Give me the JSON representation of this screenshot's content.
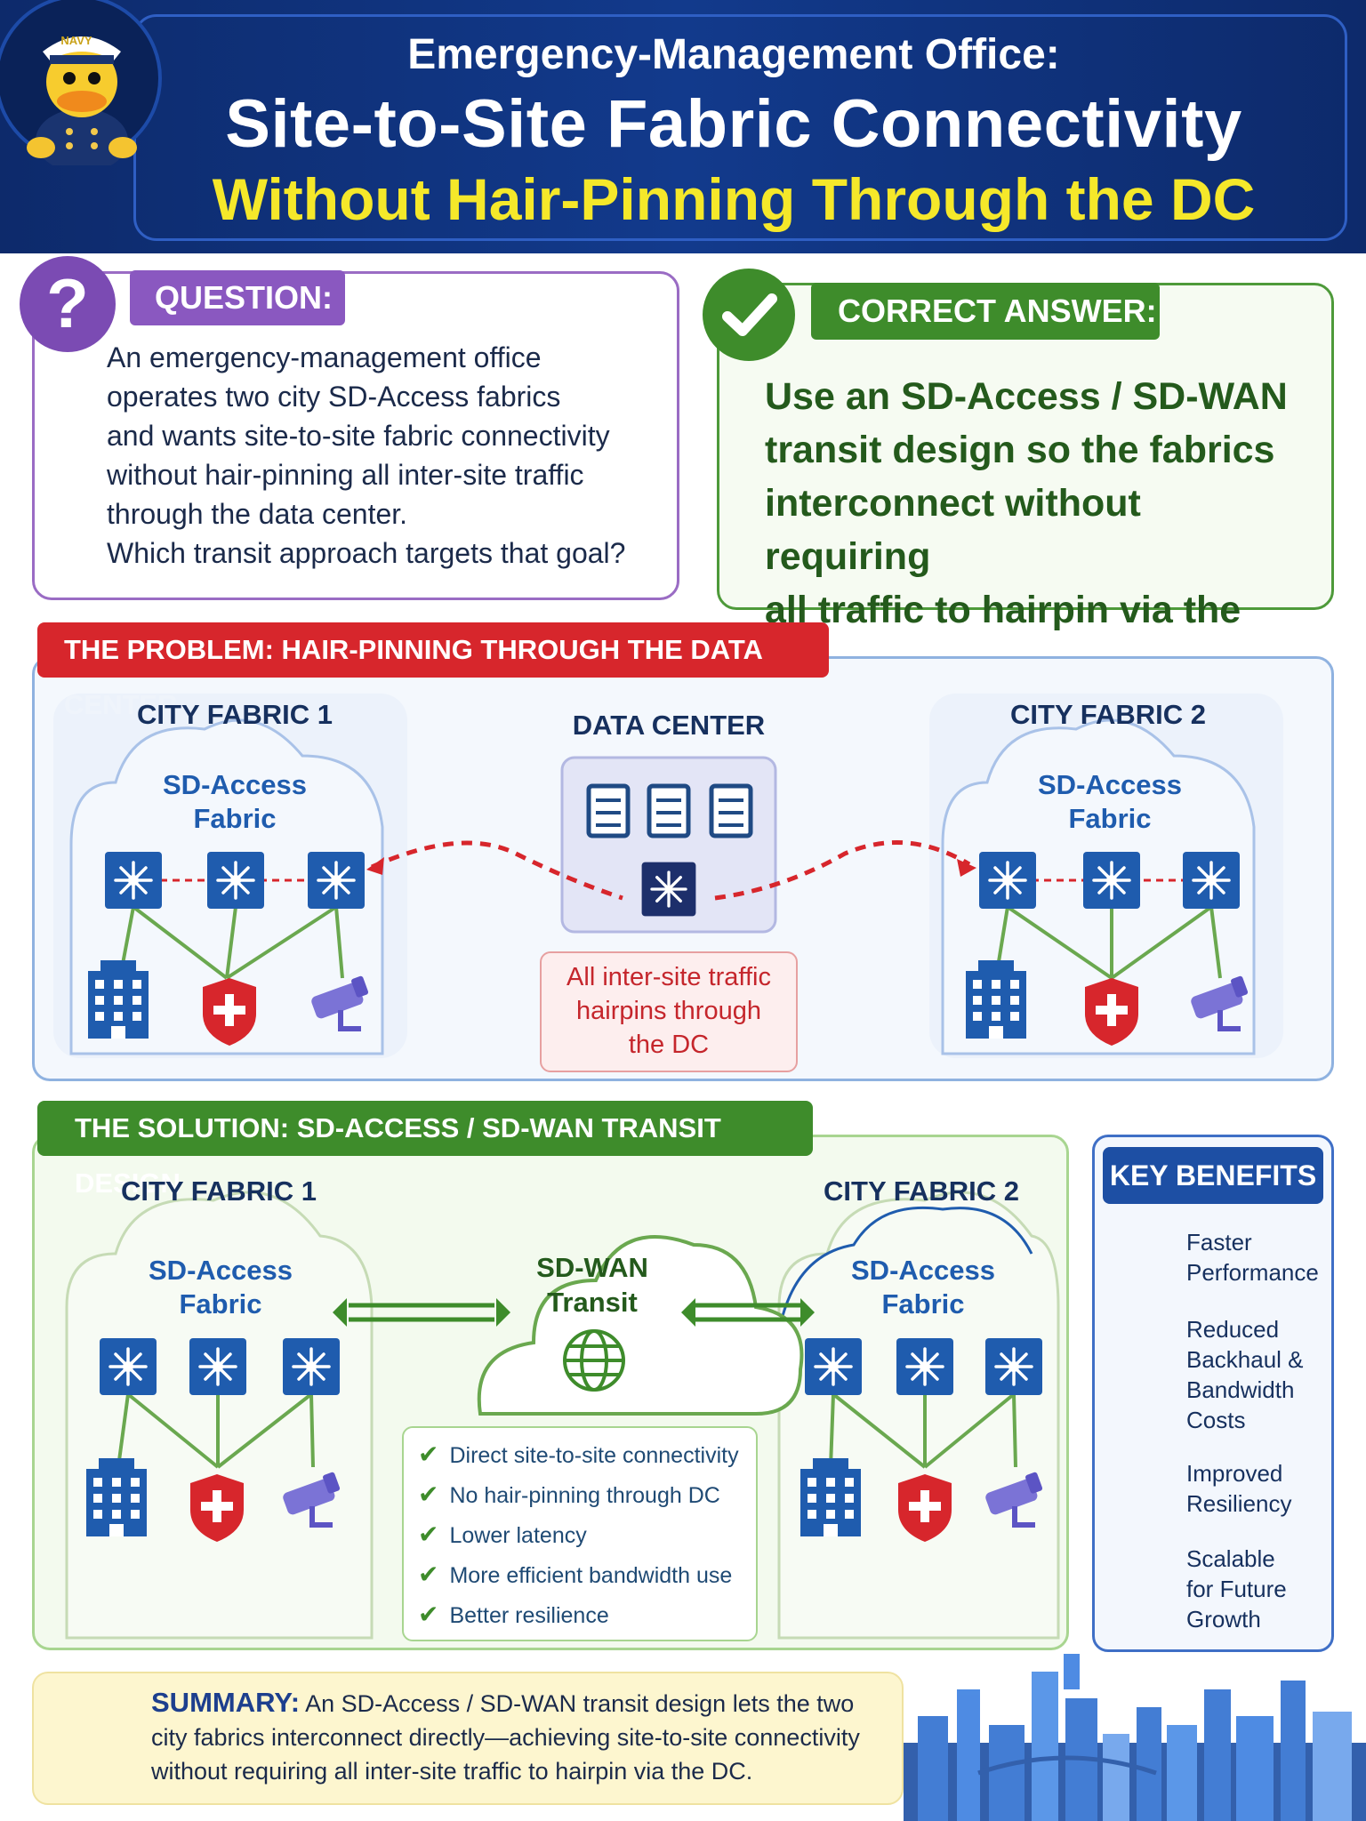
{
  "header": {
    "logo_text": "NAVY",
    "line1": "Emergency-Management Office:",
    "line2": "Site-to-Site Fabric Connectivity",
    "line3": "Without Hair-Pinning Through the DC"
  },
  "question": {
    "label": "QUESTION:",
    "icon": "question-mark-icon",
    "lines": [
      "An emergency-management office",
      "operates two city SD-Access fabrics",
      "and wants site-to-site fabric connectivity",
      "without hair-pinning all inter-site traffic",
      "through the data center.",
      "Which transit approach targets that goal?"
    ]
  },
  "answer": {
    "label": "CORRECT ANSWER:",
    "icon": "checkmark-icon",
    "lines": [
      "Use an SD-Access / SD-WAN",
      "transit design so the fabrics",
      "interconnect without requiring",
      "all traffic to hairpin via the DC."
    ]
  },
  "problem": {
    "banner": "THE PROBLEM: HAIR-PINNING THROUGH THE DATA CENTER",
    "fabric1_title": "CITY FABRIC 1",
    "fabric2_title": "CITY FABRIC 2",
    "cloud_line1": "SD-Access",
    "cloud_line2": "Fabric",
    "dc_title": "DATA CENTER",
    "note_lines": [
      "All inter-site traffic",
      "hairpins through",
      "the DC"
    ]
  },
  "solution": {
    "banner": "THE SOLUTION: SD-ACCESS / SD-WAN TRANSIT DESIGN",
    "fabric1_title": "CITY FABRIC 1",
    "fabric2_title": "CITY FABRIC 2",
    "cloud_line1": "SD-Access",
    "cloud_line2": "Fabric",
    "transit_line1": "SD-WAN",
    "transit_line2": "Transit",
    "checks": [
      "Direct site-to-site connectivity",
      "No hair-pinning through DC",
      "Lower latency",
      "More efficient bandwidth use",
      "Better resilience"
    ]
  },
  "benefits": {
    "title": "KEY BENEFITS",
    "items": [
      {
        "icon": "stopwatch-icon",
        "lines": [
          "Faster",
          "Performance"
        ]
      },
      {
        "icon": "split-arrows-icon",
        "lines": [
          "Reduced",
          "Backhaul &",
          "Bandwidth",
          "Costs"
        ]
      },
      {
        "icon": "shield-plus-icon",
        "lines": [
          "Improved",
          "Resiliency"
        ]
      },
      {
        "icon": "growth-chart-icon",
        "lines": [
          "Scalable",
          "for Future",
          "Growth"
        ]
      }
    ]
  },
  "summary": {
    "label": "SUMMARY:",
    "text": "An SD-Access / SD-WAN transit design lets the two city fabrics interconnect directly—achieving site-to-site connectivity without requiring all inter-site traffic to hairpin via the DC."
  },
  "colors": {
    "header_bg": "#0d2a6b",
    "title_yellow": "#f5e82a",
    "question_purple": "#8a58c0",
    "answer_green": "#3e8c2b",
    "problem_red": "#d7262c",
    "fabric_blue": "#1f5cae"
  }
}
